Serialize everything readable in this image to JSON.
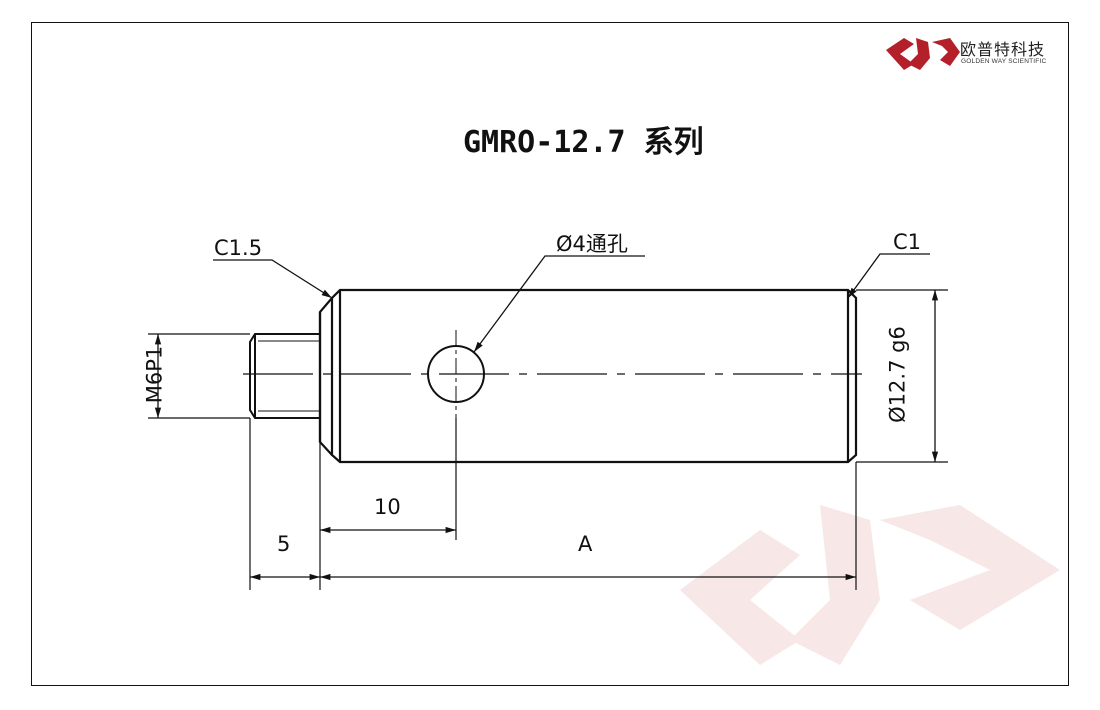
{
  "brand": {
    "name_cn": "欧普特科技",
    "name_en": "GOLDEN WAY SCIENTIFIC",
    "accent_color": "#b3202a"
  },
  "title": "GMRO-12.7  系列",
  "labels": {
    "chamfer_left": "C1.5",
    "chamfer_right": "C1",
    "hole": "Ø4通孔",
    "thread": "M6P1",
    "diameter": "Ø12.7 g6",
    "dim_10": "10",
    "dim_5": "5",
    "dim_A": "A"
  },
  "colors": {
    "line": "#111111",
    "watermark": "#f6e6e6"
  }
}
